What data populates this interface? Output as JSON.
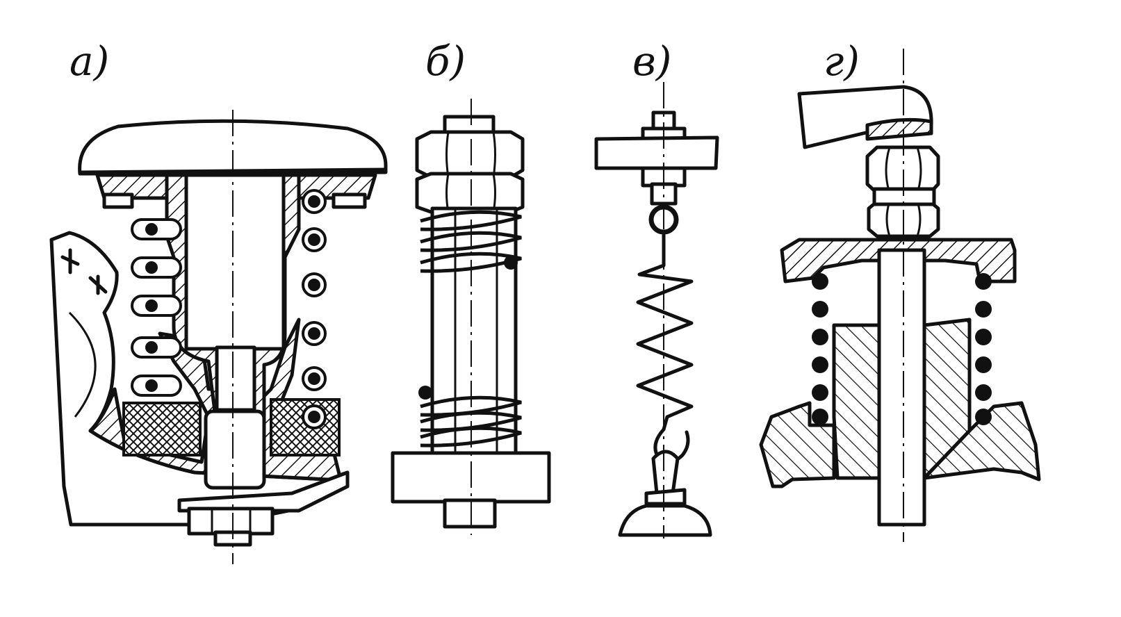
{
  "panels": [
    {
      "id": "a",
      "label": "а)"
    },
    {
      "id": "b",
      "label": "б)"
    },
    {
      "id": "v",
      "label": "в)"
    },
    {
      "id": "g",
      "label": "г)"
    }
  ],
  "colors": {
    "ink": "#111111",
    "paper": "#ffffff"
  }
}
